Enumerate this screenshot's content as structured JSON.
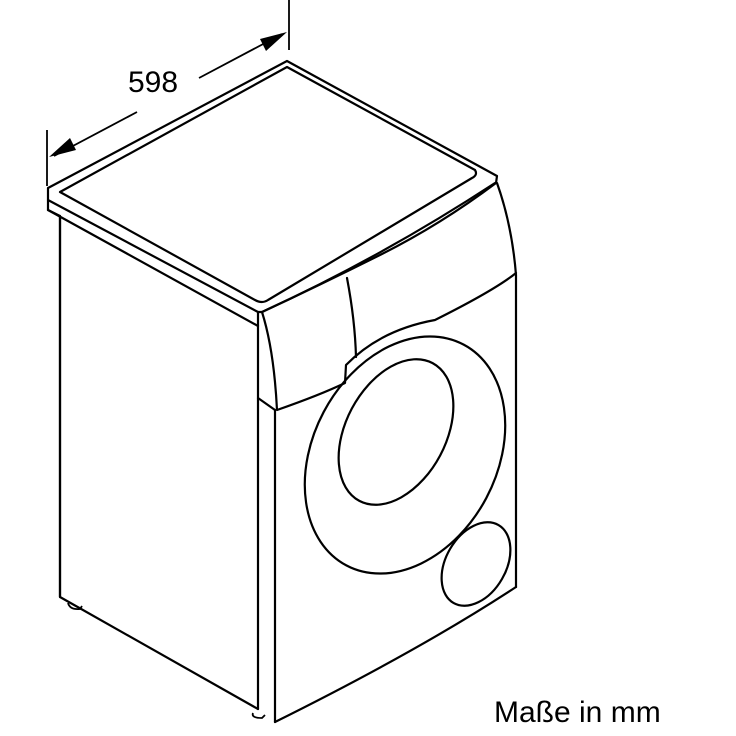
{
  "dimension": {
    "width_value": "598",
    "unit_note": "Maße in mm"
  },
  "drawing": {
    "subject": "washing machine",
    "line_color": "#000000",
    "background_color": "#ffffff"
  }
}
